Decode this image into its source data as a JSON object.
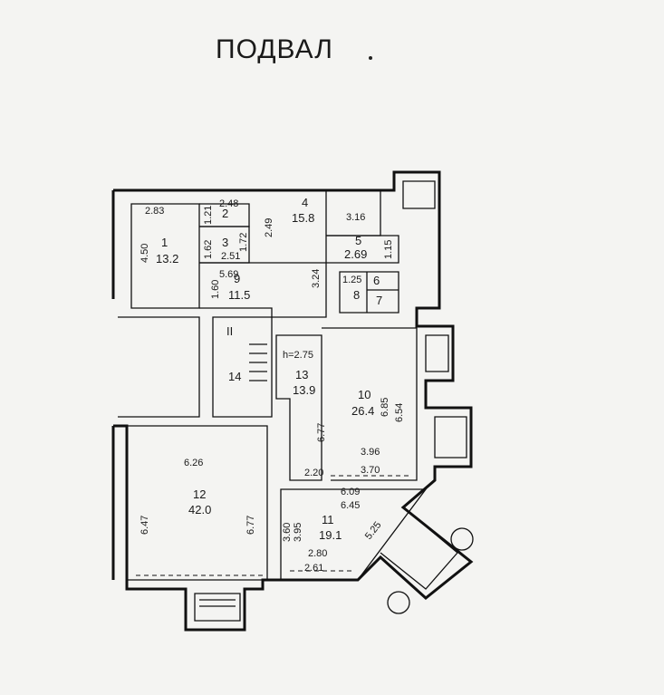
{
  "title": "ПОДВАЛ",
  "rooms": [
    {
      "id": "1",
      "number": "1",
      "area": "13.2"
    },
    {
      "id": "2",
      "number": "2"
    },
    {
      "id": "3",
      "number": "3"
    },
    {
      "id": "4",
      "number": "4",
      "area": "15.8"
    },
    {
      "id": "5",
      "number": "5",
      "area": "2.69"
    },
    {
      "id": "6",
      "number": "6"
    },
    {
      "id": "7",
      "number": "7"
    },
    {
      "id": "8",
      "number": "8"
    },
    {
      "id": "9",
      "number": "9",
      "area": "11.5"
    },
    {
      "id": "10",
      "number": "10",
      "area": "26.4"
    },
    {
      "id": "11",
      "number": "11",
      "area": "19.1"
    },
    {
      "id": "12",
      "number": "12",
      "area": "42.0"
    },
    {
      "id": "13",
      "number": "13",
      "area": "13.9"
    },
    {
      "id": "14",
      "number": "14"
    }
  ],
  "stair_label": "II",
  "height_note": "h=2.75",
  "dimensions": {
    "d283": "2.83",
    "d450": "4.50",
    "d121": "1.21",
    "d248": "2.48",
    "d162": "1.62",
    "d172": "1.72",
    "d251": "2.51",
    "d160": "1.60",
    "d569": "5.69",
    "d249": "2.49",
    "d316": "3.16",
    "d324": "3.24",
    "d115": "1.15",
    "d125": "1.25",
    "d685": "6.85",
    "d654": "6.54",
    "d677a": "6.77",
    "d396": "3.96",
    "d370": "3.70",
    "d220": "2.20",
    "d626": "6.26",
    "d647": "6.47",
    "d677b": "6.77",
    "d609": "6.09",
    "d645": "6.45",
    "d360": "3.60",
    "d395": "3.95",
    "d525": "5.25",
    "d280": "2.80",
    "d261": "2.61"
  }
}
